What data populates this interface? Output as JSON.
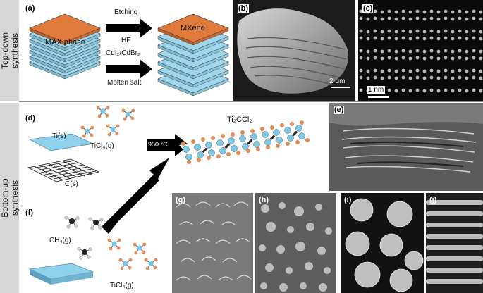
{
  "sections": {
    "top": {
      "side_label_line1": "Top-down",
      "side_label_line2": "synthesis"
    },
    "bottom": {
      "side_label_line1": "Bottom-up",
      "side_label_line2": "synthesis"
    }
  },
  "panels": {
    "a": {
      "label": "(a)",
      "left_stack": "MAX phase",
      "right_stack": "MXene",
      "route1_top": "Etching",
      "route1_bottom": "HF",
      "route2_top": "CdI₂/CdBr₂",
      "route2_bottom": "Molten salt"
    },
    "b": {
      "label": "(b)",
      "scale": "2 μm"
    },
    "c": {
      "label": "(c)",
      "scale": "1 nm"
    },
    "d": {
      "label": "(d)",
      "ti": "Ti(s)",
      "ticl4": "TiCl₄(g)",
      "carbon": "C(s)",
      "temp": "950 °C",
      "product": "Ti₂CCl₂"
    },
    "e": {
      "label": "(e)"
    },
    "f": {
      "label": "(f)",
      "ch4": "CH₄(g)",
      "ticl4": "TiCl₄(g)",
      "temp": "950 °C"
    },
    "g": {
      "label": "(g)"
    },
    "h": {
      "label": "(h)"
    },
    "i": {
      "label": "(i)"
    },
    "j": {
      "label": "(j)"
    }
  },
  "colors": {
    "max_orange": "#e07a3c",
    "layer_blue": "#9fd6ec",
    "arrow": "#000000",
    "ti_atom": "#7fc8e6",
    "cl_atom": "#e58a52",
    "c_atom": "#222222"
  }
}
